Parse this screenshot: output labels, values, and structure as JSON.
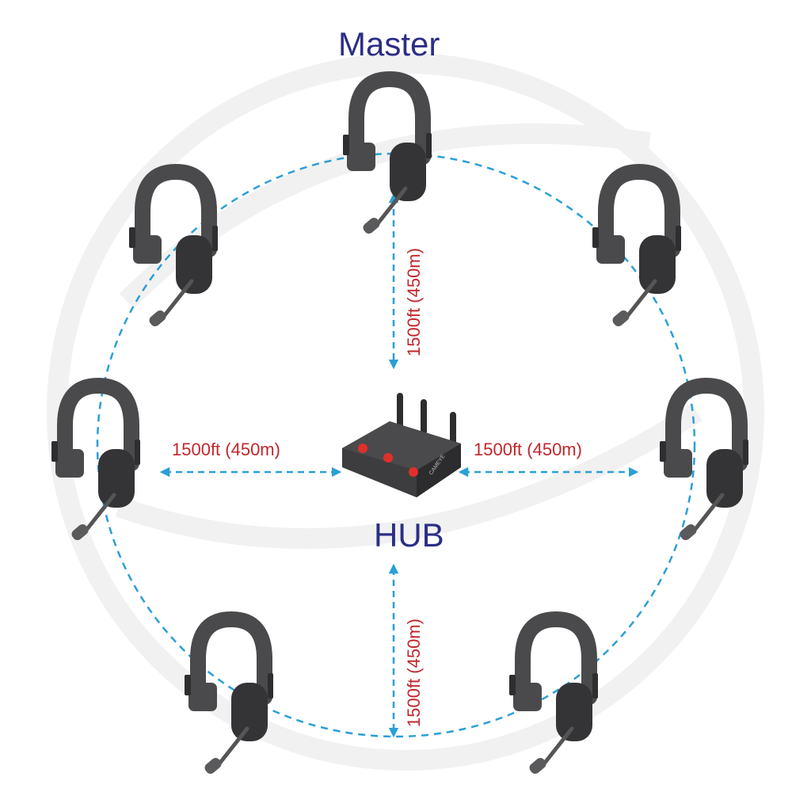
{
  "labels": {
    "master": "Master",
    "hub": "HUB",
    "distance_top": "1500ft (450m)",
    "distance_left": "1500ft (450m)",
    "distance_right": "1500ft (450m)",
    "distance_bottom": "1500ft (450m)",
    "hub_brand": "CAMEYE"
  },
  "colors": {
    "title": "#2b2e86",
    "distance": "#c3262c",
    "link_line": "#2a9fd8",
    "device": "#3d3d3f",
    "hub_button": "#e0302a"
  },
  "diagram": {
    "headset_count": 7,
    "hub_antennas": 3,
    "hub_buttons": 3
  }
}
